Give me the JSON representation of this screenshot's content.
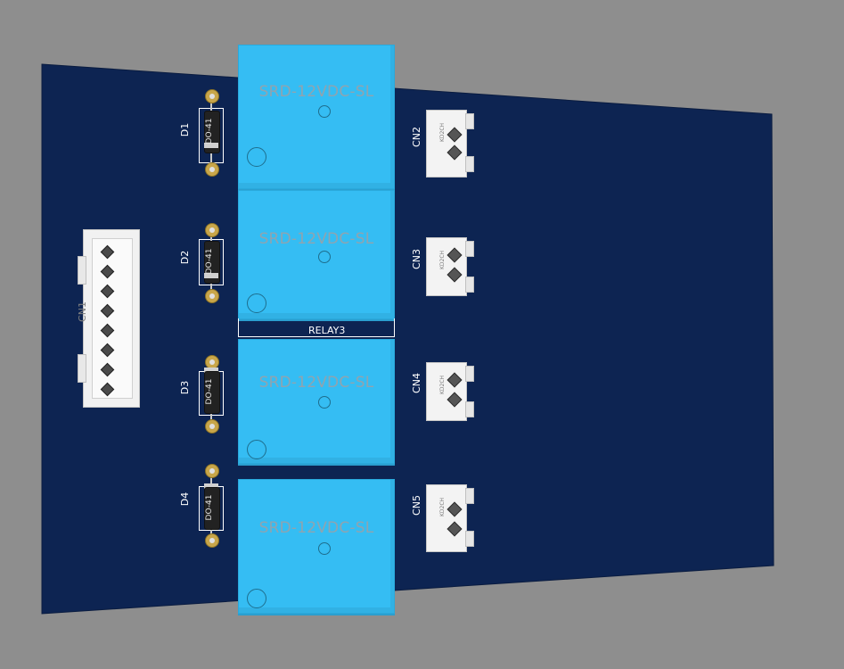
{
  "colors": {
    "background": "#8e8e8e",
    "pcb": "#0d2452",
    "relay": "#35bdf3",
    "relay_text": "#8fa4b0",
    "silkscreen": "#ffffff",
    "connector": "#f3f3f3",
    "diode_body": "#222222",
    "pad": "#c8a64a"
  },
  "relays": [
    {
      "label": "SRD-12VDC-SL"
    },
    {
      "label": "SRD-12VDC-SL"
    },
    {
      "label": "SRD-12VDC-SL"
    },
    {
      "label": "SRD-12VDC-SL"
    }
  ],
  "relay_designator": "RELAY3",
  "diodes": [
    {
      "ref": "D1",
      "package": "DO-41"
    },
    {
      "ref": "D2",
      "package": "DO-41"
    },
    {
      "ref": "D3",
      "package": "DO-41"
    },
    {
      "ref": "D4",
      "package": "DO-41"
    }
  ],
  "connectors": [
    {
      "ref": "CN2",
      "mark": "KD2CH"
    },
    {
      "ref": "CN3",
      "mark": "KD2CH"
    },
    {
      "ref": "CN4",
      "mark": "KD2CH"
    },
    {
      "ref": "CN5",
      "mark": "KD2CH"
    }
  ],
  "main_connector": {
    "ref": "CN1"
  }
}
